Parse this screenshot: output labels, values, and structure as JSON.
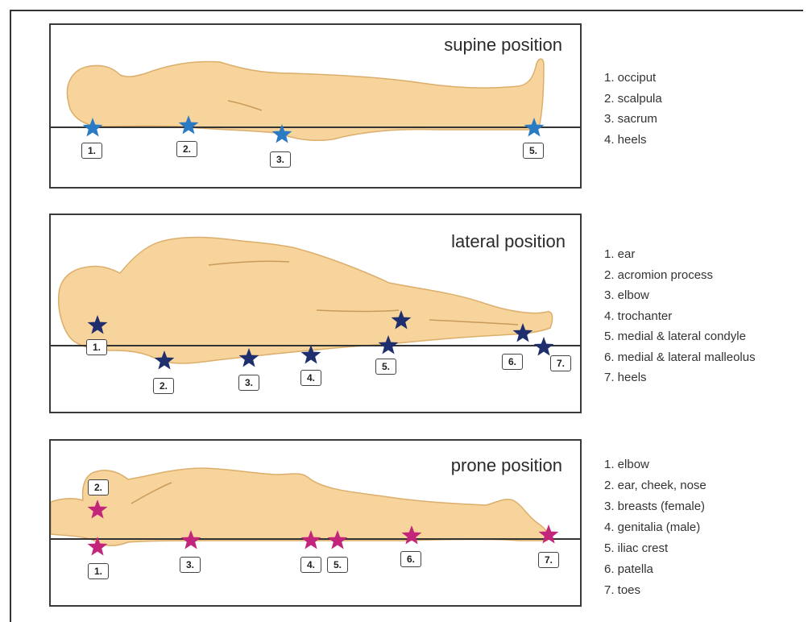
{
  "panels": [
    {
      "id": "supine",
      "title": "supine position",
      "legend": [
        "1. occiput",
        "2. scalpula",
        "3. sacrum",
        "4. heels"
      ],
      "markers": [
        "1.",
        "2.",
        "3.",
        "5."
      ],
      "star_color": "#2a7bc4"
    },
    {
      "id": "lateral",
      "title": "lateral position",
      "legend": [
        "1. ear",
        "2. acromion process",
        "3. elbow",
        "4. trochanter",
        "5. medial & lateral condyle",
        "6. medial & lateral malleolus",
        "7. heels"
      ],
      "markers": [
        "1.",
        "2.",
        "3.",
        "4.",
        "5.",
        "6.",
        "7."
      ],
      "star_color": "#1f2f6e"
    },
    {
      "id": "prone",
      "title": "prone position",
      "legend": [
        "1. elbow",
        "2. ear, cheek, nose",
        "3. breasts (female)",
        "4. genitalia (male)",
        "5. iliac crest",
        "6. patella",
        "7. toes"
      ],
      "markers": [
        "2.",
        "1.",
        "3.",
        "4.",
        "5.",
        "6.",
        "7."
      ],
      "star_color": "#c2257a"
    }
  ],
  "colors": {
    "body_fill": "#f6d49b",
    "body_stroke": "#d9a866",
    "line": "#333333"
  }
}
